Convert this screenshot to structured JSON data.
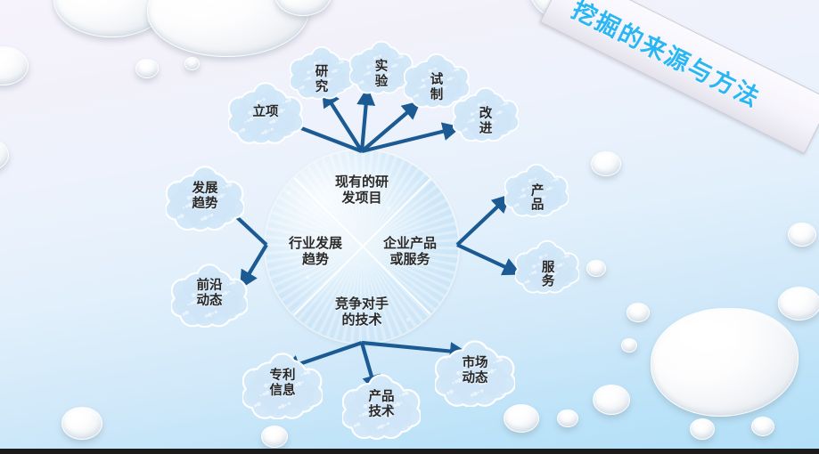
{
  "slide": {
    "title": "挖掘的来源与方法",
    "title_color": "#29b6f2",
    "arrow_color": "#1b5a92",
    "background_top_color": "#f6f3fb",
    "background_bottom_color": "#b3dff7"
  },
  "center": {
    "quadrants": [
      {
        "id": "top",
        "label": "现有的研\n发项目"
      },
      {
        "id": "left",
        "label": "行业发展\n趋势"
      },
      {
        "id": "right",
        "label": "企业产品\n或服务"
      },
      {
        "id": "bottom",
        "label": "竞争对手\n的技术"
      }
    ]
  },
  "clouds": {
    "top_group": [
      {
        "id": "lixiang",
        "label": "立项"
      },
      {
        "id": "yanjiu",
        "label": "研\n究"
      },
      {
        "id": "shiyan",
        "label": "实\n验"
      },
      {
        "id": "shizhi",
        "label": "试\n制"
      },
      {
        "id": "gaijin",
        "label": "改\n进"
      }
    ],
    "left_group": [
      {
        "id": "fazhanqushi",
        "label": "发展\n趋势"
      },
      {
        "id": "qianyandongtai",
        "label": "前沿\n动态"
      }
    ],
    "right_group": [
      {
        "id": "chanpin",
        "label": "产品"
      },
      {
        "id": "fuwu",
        "label": "服务"
      }
    ],
    "bottom_group": [
      {
        "id": "zhuanlixinxi",
        "label": "专利\n信息"
      },
      {
        "id": "chanpinjishu",
        "label": "产品\n技术"
      },
      {
        "id": "shichangdongtai",
        "label": "市场\n动态"
      }
    ]
  }
}
